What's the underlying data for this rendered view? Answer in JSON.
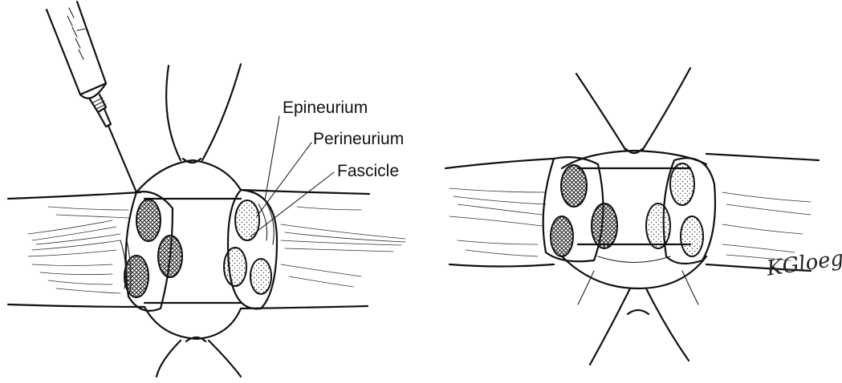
{
  "labels": {
    "epineurium": "Epineurium",
    "perineurium": "Perineurium",
    "fascicle": "Fascicle"
  },
  "signature": "KGloege",
  "colors": {
    "ink": "#111111",
    "background": "#ffffff"
  }
}
